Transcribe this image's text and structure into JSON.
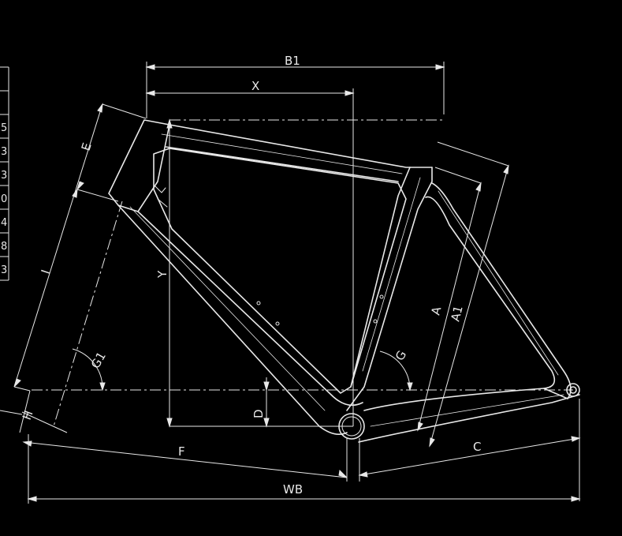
{
  "colors": {
    "background": "#000000",
    "line": "#e8e8e8"
  },
  "table": {
    "cells": [
      "",
      "",
      "5",
      "3",
      "3",
      "0",
      "4",
      "8",
      "3"
    ]
  },
  "labels": {
    "B1": "B1",
    "X": "X",
    "E": "E",
    "I": "I",
    "Y": "Y",
    "A": "A",
    "A1": "A1",
    "G": "G",
    "G1": "G1",
    "D": "D",
    "H": "H",
    "F": "F",
    "C": "C",
    "WB": "WB"
  }
}
